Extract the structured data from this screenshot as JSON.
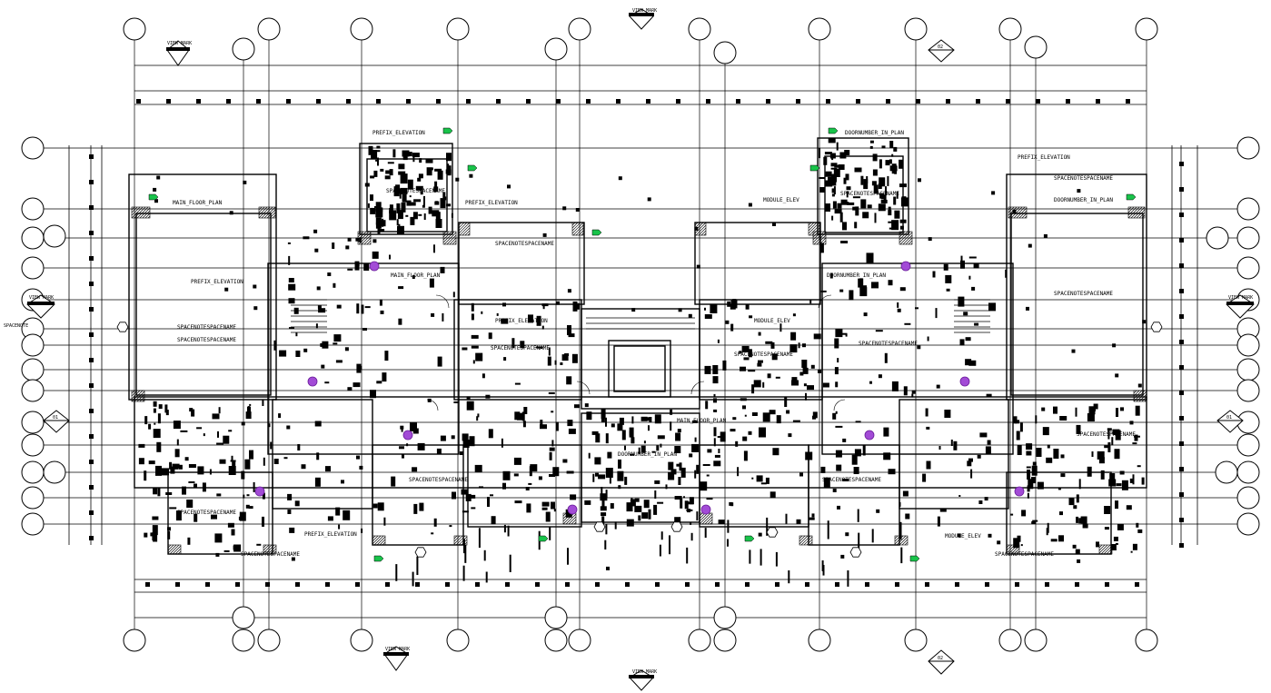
{
  "drawing": {
    "side_note": "SPACENOTE",
    "section_marks": {
      "top_center": "VIEW MARK",
      "top_left": "VIEW MARK",
      "top_right": "02",
      "left": "VIEW MARK",
      "right": "VIEW MARK",
      "bottom_left": "VIEW MARK",
      "bottom_right": "02",
      "bottom_center": "VIEW MARK",
      "mid_left": "01",
      "mid_right": "01"
    },
    "room_labels": [
      "PREFIX_ELEVATION",
      "MAIN_FLOOR_PLAN",
      "SPACENOTESPACENAME",
      "SPACENOTESPACENAME",
      "PREFIX_ELEVATION",
      "SPACENOTESPACENAME",
      "PREFIX_ELEVATION",
      "SPACENOTESPACENAME",
      "PREFIX_ELEVATION",
      "MAIN_FLOOR_PLAN",
      "SPACENOTESPACENAME",
      "MAIN_FLOOR_PLAN",
      "SPACENOTESPACENAME",
      "PREFIX_ELEVATION",
      "DOORNUMBER_IN_PLAN",
      "SPACENOTESPACENAME",
      "MODULE_ELEV",
      "SPACENOTESPACENAME",
      "DOORNUMBER_IN_PLAN",
      "SPACENOTESPACENAME",
      "MODULE_ELEV",
      "SPACENOTESPACENAME",
      "DOORNUMBER_IN_PLAN",
      "SPACENOTESPACENAME",
      "MODULE_ELEV",
      "SPACENOTESPACENAME",
      "DOORNUMBER_IN_PLAN",
      "SPACENOTESPACENAME",
      "SPACENOTESPACENAME",
      "SPACENOTESPACENAME",
      "SPACENOTESPACENAME",
      "PREFIX_ELEVATION"
    ]
  }
}
